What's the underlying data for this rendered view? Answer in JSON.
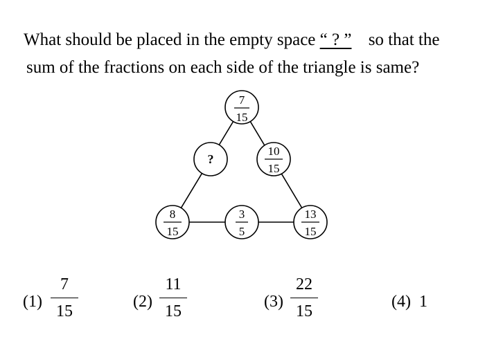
{
  "question": {
    "line1_before": "What should be placed in the empty space",
    "blank": "“ ? ”",
    "line1_after": "so that the",
    "line2": "sum of the fractions on each side of the triangle is same?"
  },
  "diagram": {
    "nodes": [
      {
        "id": "top",
        "numerator": "7",
        "denominator": "15"
      },
      {
        "id": "left-mid",
        "value": "?"
      },
      {
        "id": "right-mid",
        "numerator": "10",
        "denominator": "15"
      },
      {
        "id": "bottom-left",
        "numerator": "8",
        "denominator": "15"
      },
      {
        "id": "bottom-mid",
        "numerator": "3",
        "denominator": "5"
      },
      {
        "id": "bottom-right",
        "numerator": "13",
        "denominator": "15"
      }
    ]
  },
  "options": [
    {
      "label": "(1)",
      "numerator": "7",
      "denominator": "15"
    },
    {
      "label": "(2)",
      "numerator": "11",
      "denominator": "15"
    },
    {
      "label": "(3)",
      "numerator": "22",
      "denominator": "15"
    },
    {
      "label": "(4)",
      "value": "1"
    }
  ]
}
